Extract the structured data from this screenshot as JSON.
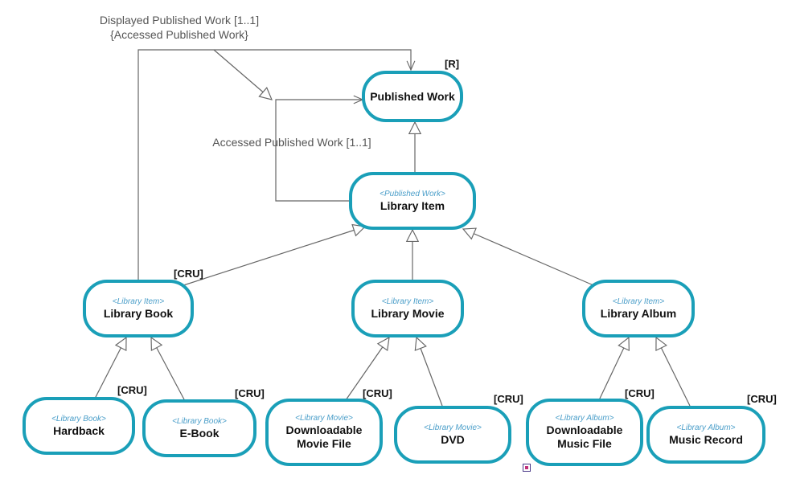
{
  "colors": {
    "node_border": "#1a9fb8",
    "stereotype": "#4a9ec9",
    "connector": "#666666",
    "label": "#555555"
  },
  "nodes": {
    "published_work": {
      "stereotype": "",
      "name": "Published Work",
      "badge": "[R]"
    },
    "library_item": {
      "stereotype": "<Published Work>",
      "name": "Library Item",
      "badge": ""
    },
    "library_book": {
      "stereotype": "<Library Item>",
      "name": "Library Book",
      "badge": "[CRU]"
    },
    "library_movie": {
      "stereotype": "<Library Item>",
      "name": "Library Movie",
      "badge": ""
    },
    "library_album": {
      "stereotype": "<Library Item>",
      "name": "Library Album",
      "badge": ""
    },
    "hardback": {
      "stereotype": "<Library Book>",
      "name": "Hardback",
      "badge": "[CRU]"
    },
    "ebook": {
      "stereotype": "<Library Book>",
      "name": "E-Book",
      "badge": "[CRU]"
    },
    "downloadable_movie_file": {
      "stereotype": "<Library Movie>",
      "name": "Downloadable Movie File",
      "badge": "[CRU]"
    },
    "dvd": {
      "stereotype": "<Library Movie>",
      "name": "DVD",
      "badge": "[CRU]"
    },
    "downloadable_music_file": {
      "stereotype": "<Library Album>",
      "name": "Downloadable Music File",
      "badge": "[CRU]"
    },
    "music_record": {
      "stereotype": "<Library Album>",
      "name": "Music Record",
      "badge": "[CRU]"
    }
  },
  "connector_labels": {
    "displayed_name": "Displayed Published Work [1..1]",
    "displayed_constraint": "{Accessed Published Work}",
    "accessed": "Accessed Published Work [1..1]"
  }
}
